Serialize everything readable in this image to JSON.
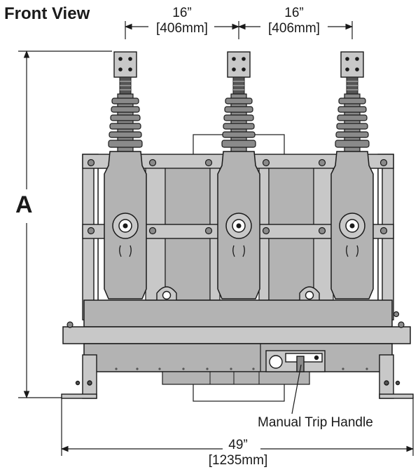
{
  "title": "Front View",
  "dimensions": {
    "spacing_left": {
      "inch": "16”",
      "mm": "[406mm]"
    },
    "spacing_right": {
      "inch": "16”",
      "mm": "[406mm]"
    },
    "height_label": "A",
    "width": {
      "inch": "49”",
      "mm": "[1235mm]"
    }
  },
  "callouts": {
    "manual_trip_handle": "Manual Trip Handle"
  },
  "colors": {
    "line": "#1a1a1a",
    "body_gray": "#b3b3b3",
    "panel_gray": "#c8c8c8",
    "dark_gray": "#555555",
    "bushing_gray": "#8a8a8a"
  }
}
